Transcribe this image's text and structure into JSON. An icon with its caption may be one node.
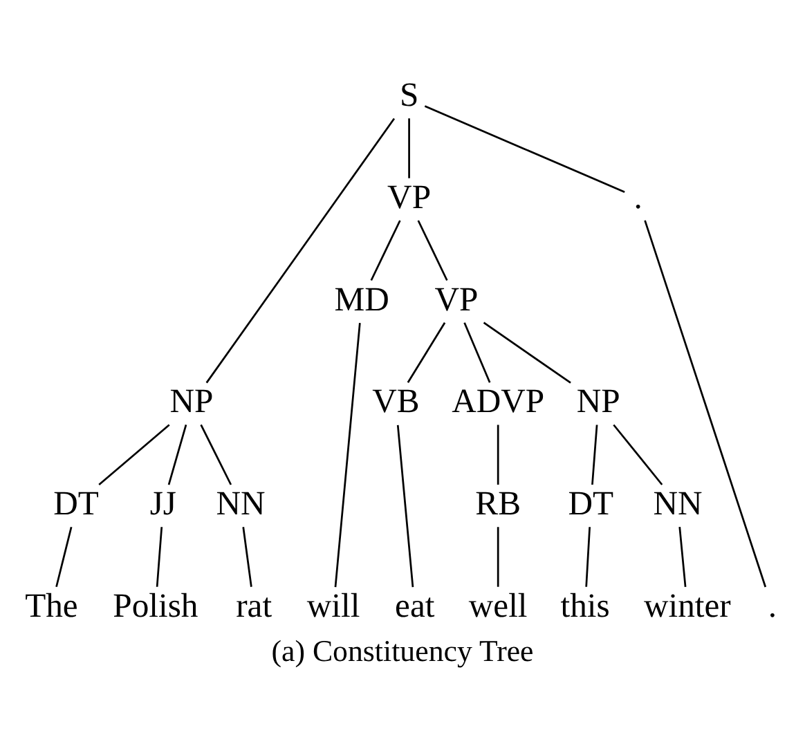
{
  "diagram": {
    "caption": "(a) Constituency Tree",
    "nodes": [
      {
        "text": [
          "S"
        ]
      },
      {
        "text": [
          "NP"
        ]
      },
      {
        "text": [
          "VP"
        ]
      },
      {
        "text": [
          "."
        ]
      },
      {
        "text": [
          "DT"
        ]
      },
      {
        "text": [
          "JJ"
        ]
      },
      {
        "text": [
          "NN"
        ]
      },
      {
        "text": [
          "MD"
        ]
      },
      {
        "text": [
          "VP"
        ]
      },
      {
        "text": [
          "VB"
        ]
      },
      {
        "text": [
          "ADVP"
        ]
      },
      {
        "text": [
          "NP"
        ]
      },
      {
        "text": [
          "RB"
        ]
      },
      {
        "text": [
          "DT"
        ]
      },
      {
        "text": [
          "NN"
        ]
      },
      {
        "text": [
          "The"
        ]
      },
      {
        "text": [
          "Polish"
        ]
      },
      {
        "text": [
          "rat"
        ]
      },
      {
        "text": [
          "will"
        ]
      },
      {
        "text": [
          "eat"
        ]
      },
      {
        "text": [
          "well"
        ]
      },
      {
        "text": [
          "this"
        ]
      },
      {
        "text": [
          "winter"
        ]
      },
      {
        "text": [
          "."
        ]
      }
    ],
    "edges": [
      {
        "from": 0,
        "to": 1,
        "arrow": "none"
      },
      {
        "from": 0,
        "to": 2,
        "arrow": "none"
      },
      {
        "from": 0,
        "to": 3,
        "arrow": "none"
      },
      {
        "from": 1,
        "to": 4,
        "arrow": "none"
      },
      {
        "from": 1,
        "to": 5,
        "arrow": "none"
      },
      {
        "from": 1,
        "to": 6,
        "arrow": "none"
      },
      {
        "from": 2,
        "to": 7,
        "arrow": "none"
      },
      {
        "from": 2,
        "to": 8,
        "arrow": "none"
      },
      {
        "from": 8,
        "to": 9,
        "arrow": "none"
      },
      {
        "from": 8,
        "to": 10,
        "arrow": "none"
      },
      {
        "from": 8,
        "to": 11,
        "arrow": "none"
      },
      {
        "from": 10,
        "to": 12,
        "arrow": "none"
      },
      {
        "from": 11,
        "to": 13,
        "arrow": "none"
      },
      {
        "from": 11,
        "to": 14,
        "arrow": "none"
      },
      {
        "from": 4,
        "to": 15,
        "arrow": "none"
      },
      {
        "from": 5,
        "to": 16,
        "arrow": "none"
      },
      {
        "from": 6,
        "to": 17,
        "arrow": "none"
      },
      {
        "from": 7,
        "to": 18,
        "arrow": "none"
      },
      {
        "from": 9,
        "to": 19,
        "arrow": "none"
      },
      {
        "from": 12,
        "to": 20,
        "arrow": "none"
      },
      {
        "from": 13,
        "to": 21,
        "arrow": "none"
      },
      {
        "from": 14,
        "to": 22,
        "arrow": "none"
      },
      {
        "from": 3,
        "to": 23,
        "arrow": "none"
      }
    ]
  }
}
